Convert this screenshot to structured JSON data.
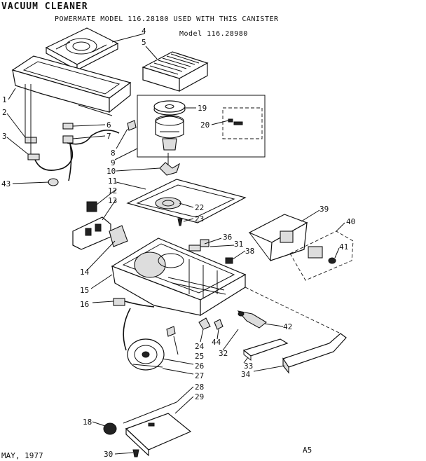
{
  "header": {
    "title": "VACUUM CLEANER",
    "subtitle": "POWERMATE MODEL 116.28180 USED WITH THIS CANISTER",
    "model": "Model 116.28980"
  },
  "footer": {
    "date": "MAY, 1977",
    "code": "A5"
  },
  "callouts": [
    "1",
    "2",
    "3",
    "4",
    "5",
    "6",
    "7",
    "8",
    "9",
    "10",
    "11",
    "12",
    "13",
    "14",
    "15",
    "16",
    "18",
    "19",
    "20",
    "22",
    "23",
    "24",
    "25",
    "26",
    "27",
    "28",
    "29",
    "30",
    "31",
    "32",
    "33",
    "34",
    "36",
    "38",
    "39",
    "40",
    "41",
    "42",
    "43",
    "44"
  ]
}
